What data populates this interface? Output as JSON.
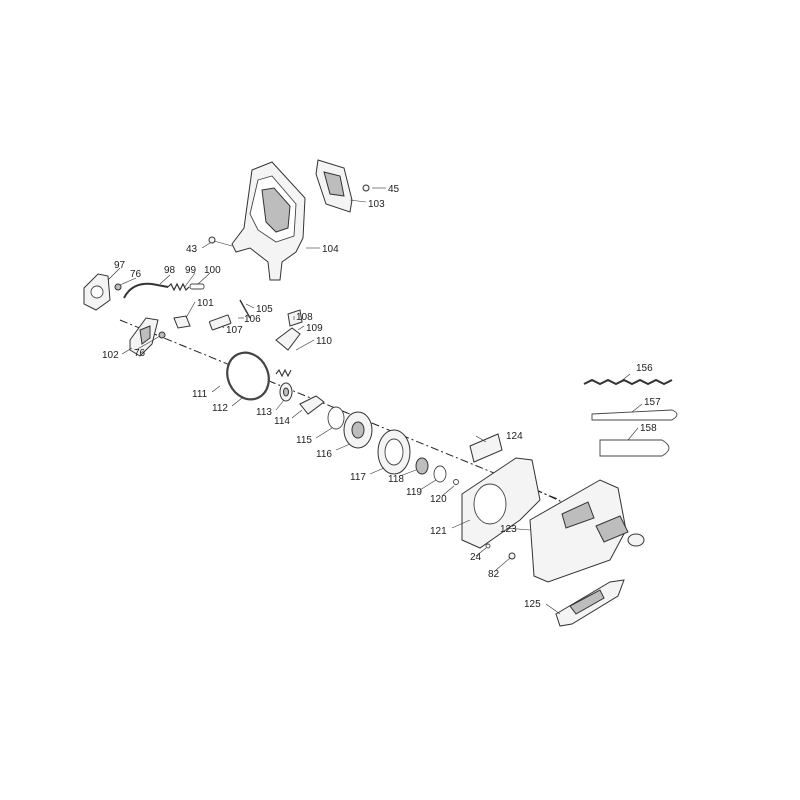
{
  "callouts": {
    "c24": "24",
    "c43": "43",
    "c45": "45",
    "c76a": "76",
    "c76b": "76",
    "c82": "82",
    "c97": "97",
    "c98": "98",
    "c99": "99",
    "c100": "100",
    "c101": "101",
    "c102": "102",
    "c103": "103",
    "c104": "104",
    "c105": "105",
    "c106": "106",
    "c107": "107",
    "c108": "108",
    "c109": "109",
    "c110": "110",
    "c111": "111",
    "c112": "112",
    "c113": "113",
    "c114": "114",
    "c115": "115",
    "c116": "116",
    "c117": "117",
    "c118": "118",
    "c119": "119",
    "c120": "120",
    "c121": "121",
    "c123": "123",
    "c124": "124",
    "c125": "125",
    "c156": "156",
    "c157": "157",
    "c158": "158"
  }
}
